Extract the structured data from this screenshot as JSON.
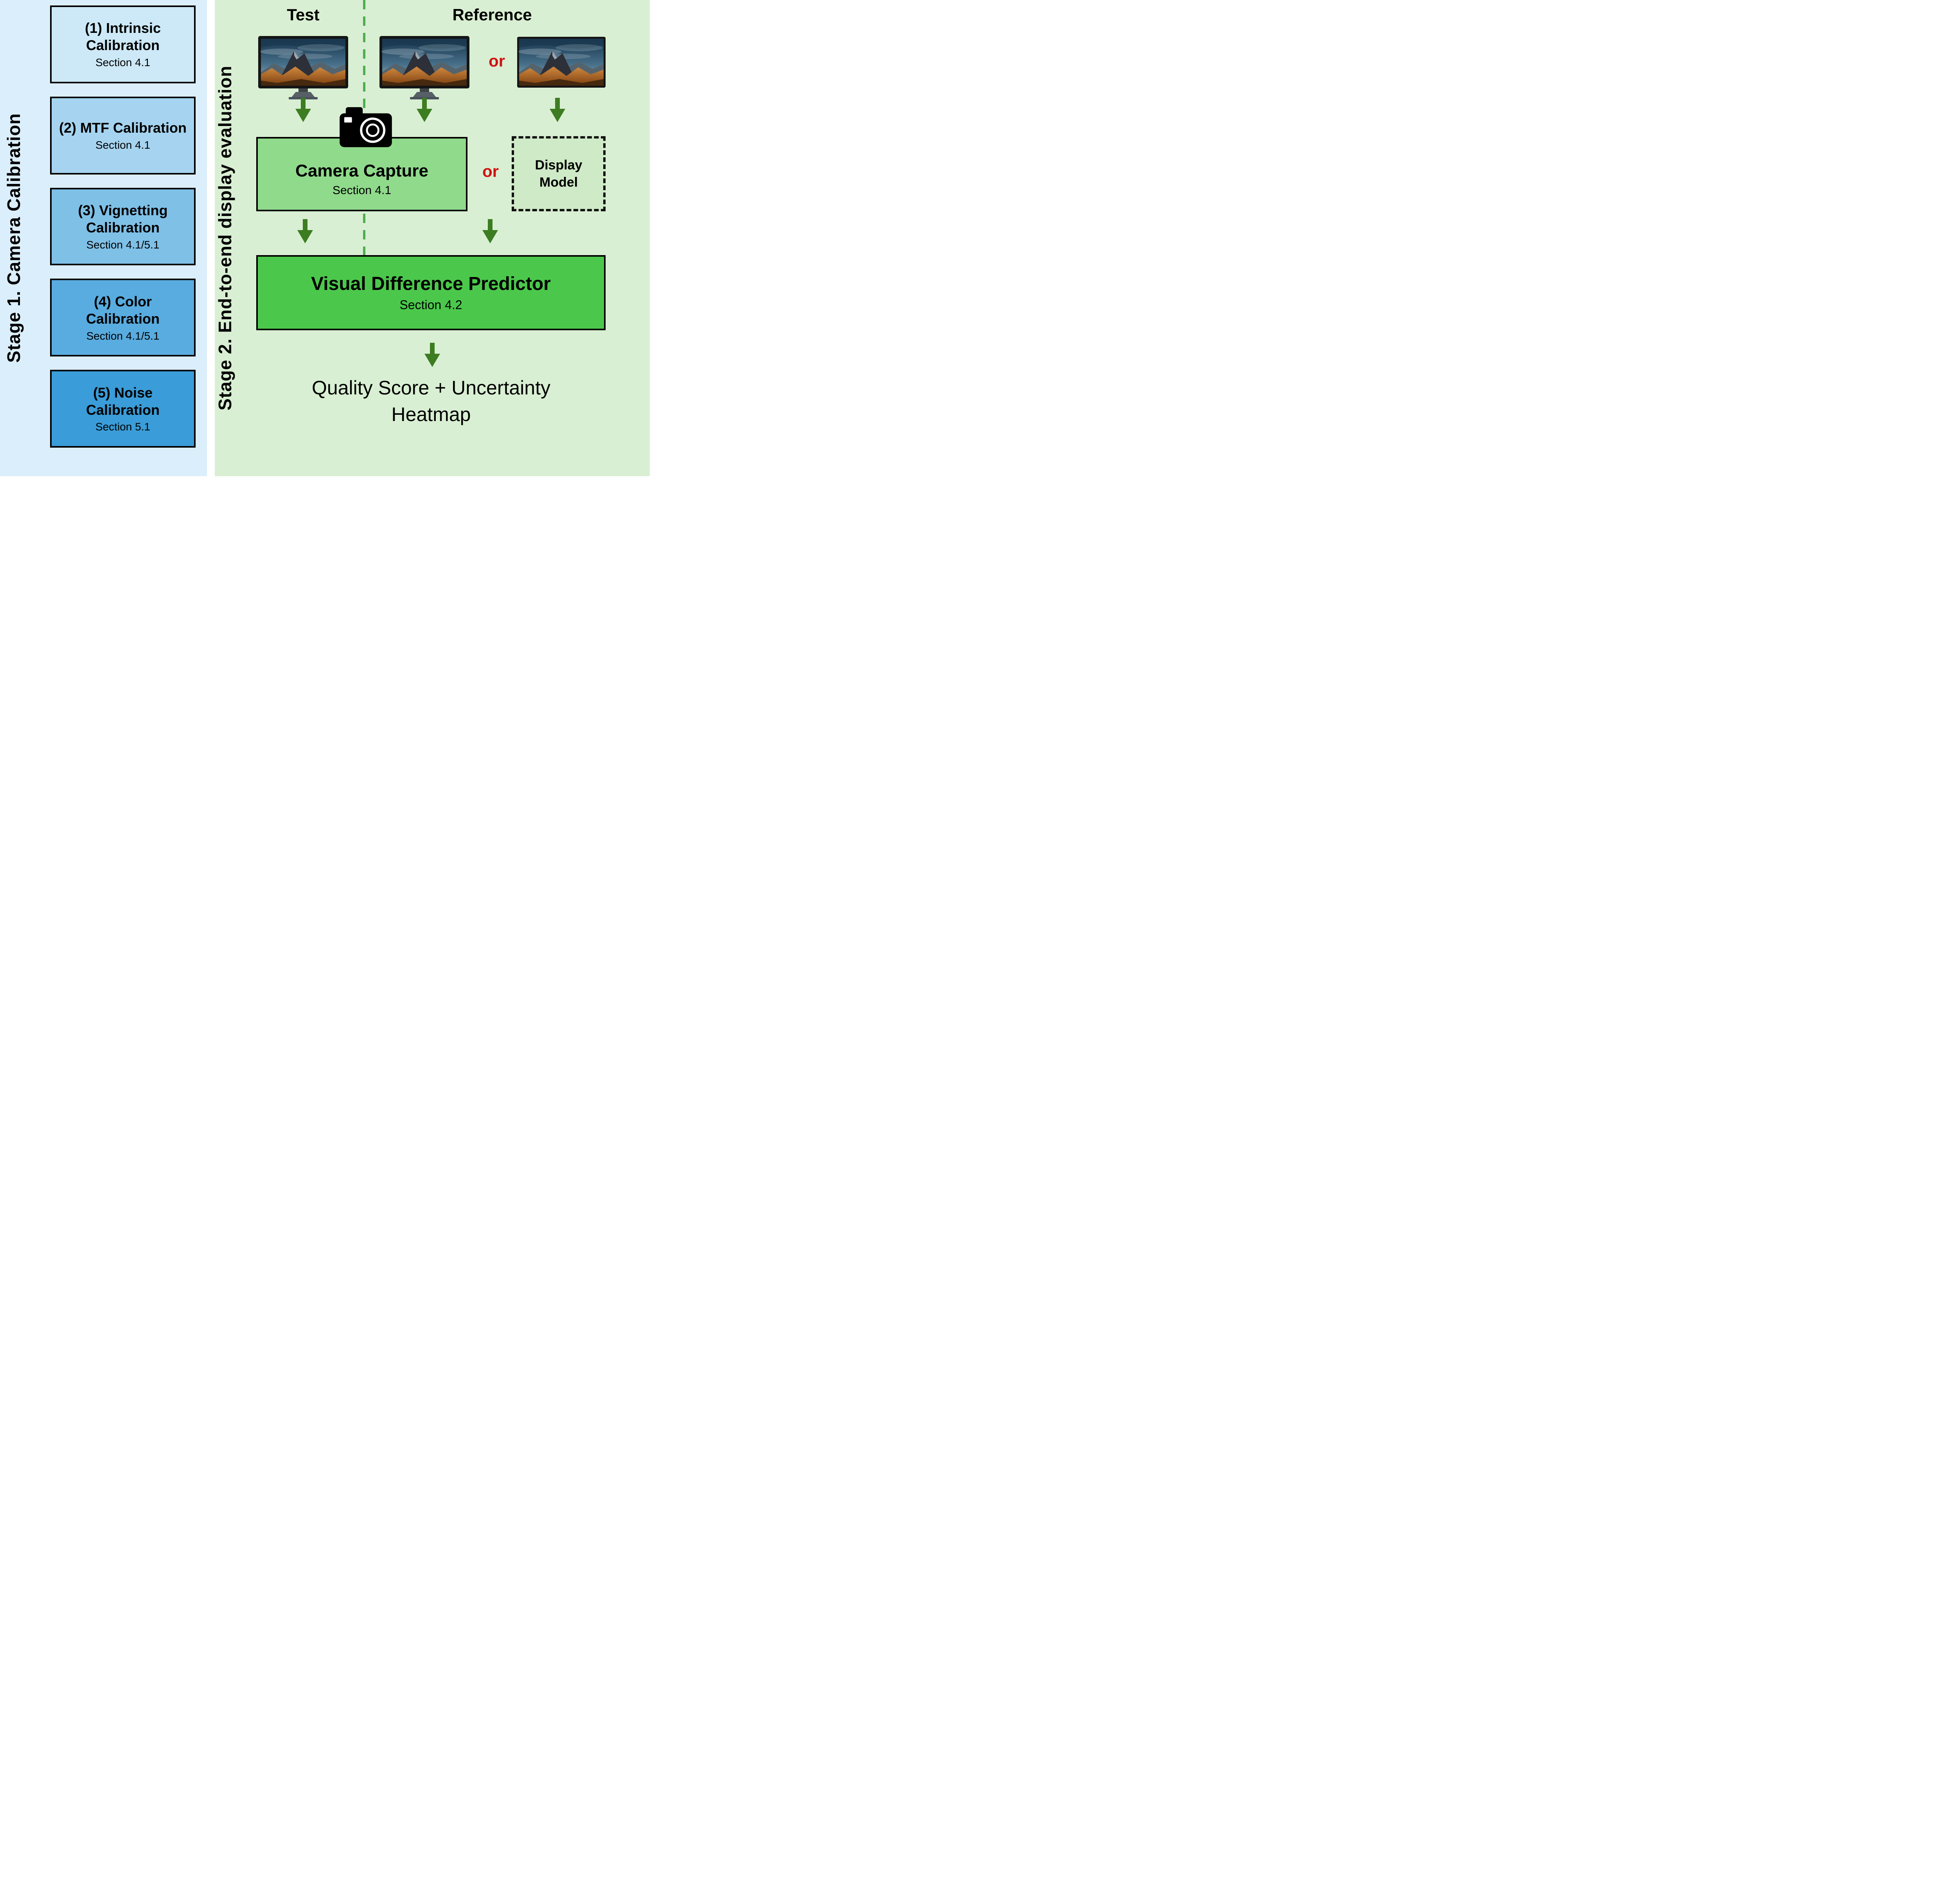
{
  "stage1": {
    "label": "Stage 1. Camera Calibration",
    "boxes": [
      {
        "title": "(1) Intrinsic Calibration",
        "section": "Section 4.1"
      },
      {
        "title": "(2) MTF Calibration",
        "section": "Section 4.1"
      },
      {
        "title": "(3) Vignetting Calibration",
        "section": "Section 4.1/5.1"
      },
      {
        "title": "(4) Color Calibration",
        "section": "Section 4.1/5.1"
      },
      {
        "title": "(5) Noise Calibration",
        "section": "Section 5.1"
      }
    ]
  },
  "stage2": {
    "label": "Stage 2. End-to-end display evaluation",
    "test_label": "Test",
    "reference_label": "Reference",
    "or_label_1": "or",
    "or_label_2": "or",
    "camera_capture": {
      "title": "Camera Capture",
      "section": "Section 4.1"
    },
    "display_model": {
      "title": "Display Model"
    },
    "visual_difference_predictor": {
      "title": "Visual Difference Predictor",
      "section": "Section 4.2"
    },
    "output_label": "Quality Score + Uncertainty Heatmap"
  },
  "colors": {
    "stage1_background": "#dbeefb",
    "stage2_background": "#d9efd3",
    "calibration_box_fills": [
      "#cde9f8",
      "#a6d4f0",
      "#7fc0e7",
      "#59ace0",
      "#3a9cd8"
    ],
    "camera_capture_fill": "#90da8c",
    "display_model_fill": "#cfeac6",
    "visual_difference_predictor_fill": "#4bc84b",
    "arrow_green": "#3c7d22",
    "dashed_line_green": "#4caf50",
    "or_red": "#cf1313",
    "box_border": "#000000"
  }
}
